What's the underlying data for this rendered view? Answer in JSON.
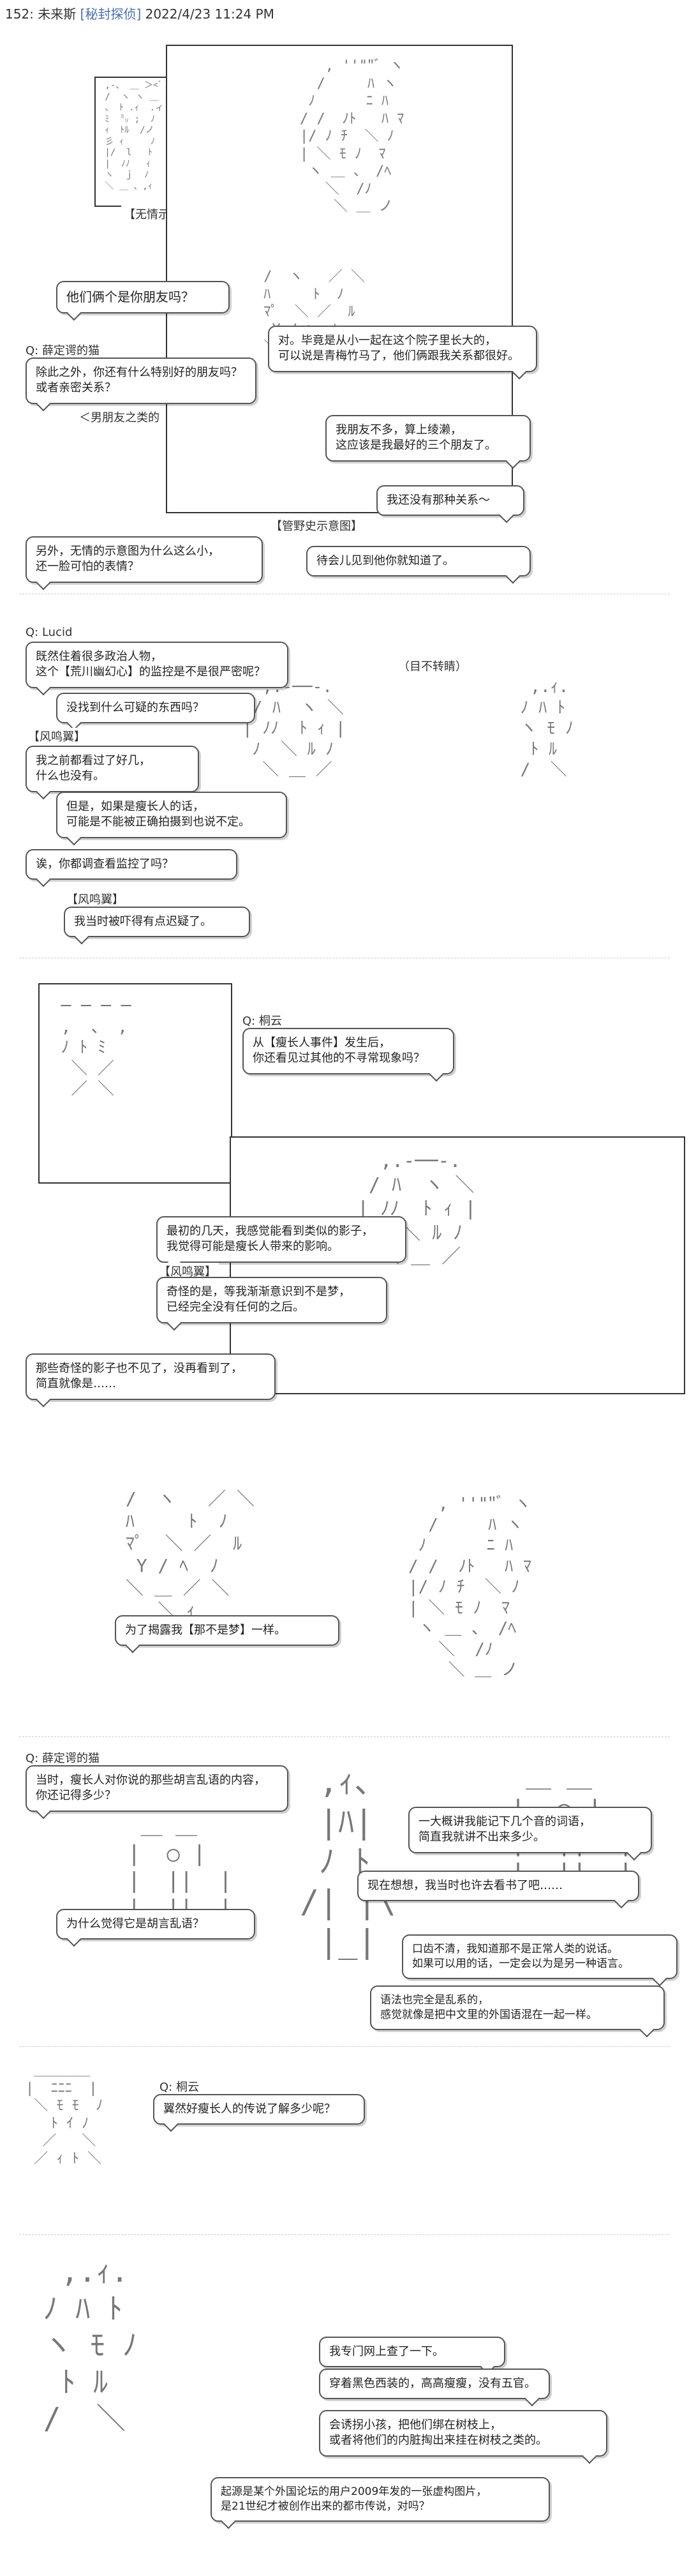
{
  "header": {
    "index": "152:",
    "author": "未来斯",
    "title": "[秘封探侦]",
    "datetime": "2022/4/23 11:24 PM"
  },
  "labels": {
    "wuxin": "【无情示意图】",
    "guanye": "【管野史示意图】",
    "buwangjing": "（目不转睛）",
    "fengniao1": "【风鸣翼】",
    "fengniao2": "【风鸣翼】",
    "fengniao3": "【风鸣翼】"
  },
  "speakers": {
    "q1": "Q: 薛定谔的猫",
    "q2": "Q: Lucid",
    "q3": "Q: 桐云",
    "q4": "Q: 薛定谔的猫",
    "q5": "Q: 桐云"
  },
  "bubbles": {
    "b1": "他们俩个是你朋友吗？",
    "b2": "对。毕竟是从小一起在这个院子里长大的，\n可以说是青梅竹马了，他们俩跟我关系都很好。",
    "b3": "除此之外，你还有什么特别好的朋友吗？\n或者亲密关系？",
    "b4": "＜男朋友之类的",
    "b5": "我朋友不多，算上绫濑，\n这应该是我最好的三个朋友了。",
    "b6": "我还没有那种关系～",
    "b7": "另外，无情的示意图为什么这么小，\n还一脸可怕的表情？",
    "b8": "待会儿见到他你就知道了。",
    "b9": "既然住着很多政治人物，\n这个【荒川幽幻心】的监控是不是很严密呢？",
    "b10": "没找到什么可疑的东西吗？",
    "b11": "我之前都看过了好几，\n什么也没有。",
    "b12": "但是，如果是瘦长人的话，\n可能是不能被正确拍摄到也说不定。",
    "b13": "诶，你都调查看监控了吗？",
    "b14": "我当时被吓得有点迟疑了。",
    "b15": "从【瘦长人事件】发生后，\n你还看见过其他的不寻常现象吗？",
    "b16": "最初的几天，我感觉能看到类似的影子，\n我觉得可能是瘦长人带来的影响。",
    "b17": "奇怪的是，等我渐渐意识到不是梦，\n已经完全没有任何的之后。",
    "b18": "那些奇怪的影子也不见了，没再看到了，\n简直就像是……",
    "b19": "为了揭露我【那不是梦】一样。",
    "b20": "当时，瘦长人对你说的那些胡言乱语的内容，\n你还记得多少？",
    "b21": "一大概讲我能记下几个音的词语，\n简直我就讲不出来多少。",
    "b22": "现在想想，我当时也许去看书了吧……",
    "b23": "为什么觉得它是胡言乱语？",
    "b24": "口齿不清，我知道那不是正常人类的说话。\n如果可以用的话，一定会以为是另一种语言。",
    "b25": "语法也完全是乱系的，\n感觉就像是把中文里的外国语混在一起一样。",
    "b26": "翼然好瘦长人的传说了解多少呢？",
    "b27": "我专门网上查了一下。",
    "b28": "穿着黑色西装的，高高瘦瘦，没有五官。",
    "b29": "会诱拐小孩，把他们绑在树枝上，\n或者将他们的内脏掏出来挂在树枝之类的。",
    "b30": "起源是某个外国论坛的用户2009年发的一张虚构图片，\n是21世纪才被创作出来的都市传说，对吗？"
  },
  "ascii": {
    "a1": " ,-、 ＿ ＞<ﾞ\n /  ヽ ヽ ＿ ,. -\n 、 ﾄ .ｨ  .ィ\n ﾐ  ㍉ ;  ﾉ\n ｨ  ﾄﾙ  /ノ\n 彡 ｨ     ﾉ\n |/  l   ﾄ\n |  ﾉﾉ   ｨ\n ヽ  ｊ  ﾉ\n ＼ ＿ 、,ｨ",
    "a2": "   , ''\"\"ﾞ ヽ\n  /     ﾊ ヽ\n ﾉ      ﾆ ﾊ\n/ /  ﾉﾄ   ﾊ ﾏ\n|/ ﾉ ﾁ  ＼ ﾉ\n| ＼ ﾓ ﾉ  ﾏ\n ヽ ＿ 、 /ﾍ\n   ＼  /ﾉ\n    ＼ ＿ ノ",
    "a3": " ＿＿＿＿\n|  ﾆﾆﾆ  |\n ＼ ﾓ ﾓ  ﾉ\n   ﾄ ｲ ﾉ\n  ／   ＼\n ／ ｨ ﾄ ＼",
    "a4": " /  ヽ   ／ ＼\n ﾊ     ﾄ  ﾉ\n ﾏﾟ  ＼ ／  ﾙ\n  Y / ﾍ  ﾉ\n ＼ ＿ ／ ＼\n    ＼ ｨ",
    "a5": "  ,.-──-.\n / ﾊ  ヽ ＼\n| ﾉﾉ  ﾄ ｨ |\n ﾉ  ＼ ﾙ ﾉ\n  ＼ ＿ ／",
    "a6": " ─ ─ ─ ─\n ,  、 ,\n ﾉ ﾄ ﾐ\n  ＼ ／\n  ／ ＼",
    "a7": "  ,.ｨ.\n ﾉ ﾊ ﾄ\n ヽ ﾓ ﾉ\n  ﾄ ﾙ\n /  ＼",
    "a8": " ＿ ＿\n|  ○ |\n|  ||  |\n|__||__|",
    "a9": " ,ｨ、\n |ﾊ|\n ﾉ ﾄ\n/| |\\\n |_|"
  }
}
